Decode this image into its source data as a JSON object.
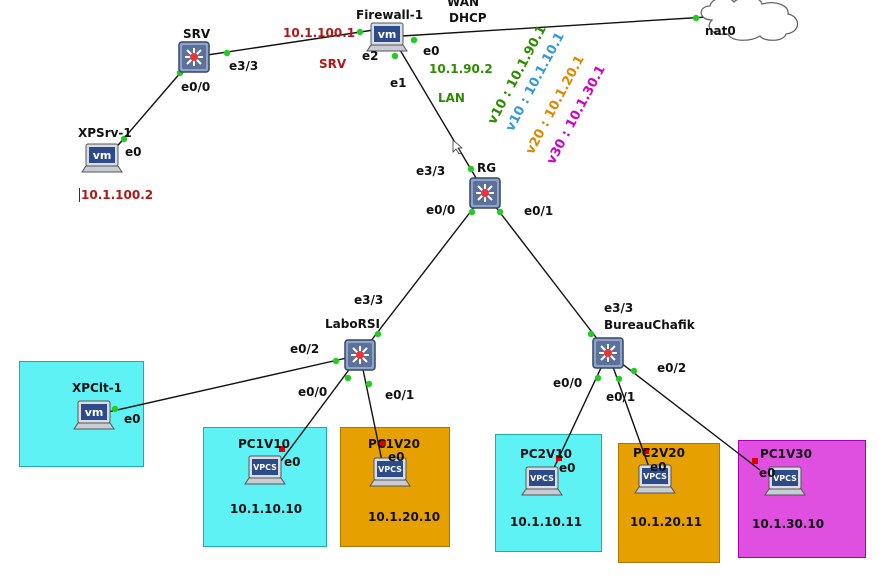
{
  "devices": {
    "srv": "SRV",
    "firewall": "Firewall-1",
    "wan": "WAN",
    "dhcp": "DHCP",
    "nat": "nat0",
    "xpsrv": "XPSrv-1",
    "rg": "RG",
    "labo": "LaboRSI",
    "bureau": "BureauChafik",
    "xpclt": "XPClt-1",
    "pc1v10": "PC1V10",
    "pc1v20": "PC1V20",
    "pc2v10": "PC2V10",
    "pc2v20": "PC2V20",
    "pc1v30": "PC1V30"
  },
  "icon_text": {
    "vm": "vm",
    "vpcs": "VPCS"
  },
  "ports": {
    "srv_e33": "e3/3",
    "srv_e00": "e0/0",
    "fw_e2": "e2",
    "fw_e0": "e0",
    "fw_e1": "e1",
    "xpsrv_e0": "e0",
    "rg_e33": "e3/3",
    "rg_e00": "e0/0",
    "rg_e01": "e0/1",
    "labo_e33": "e3/3",
    "labo_e02": "e0/2",
    "labo_e00": "e0/0",
    "labo_e01": "e0/1",
    "bur_e33": "e3/3",
    "bur_e00": "e0/0",
    "bur_e01": "e0/1",
    "bur_e02": "e0/2",
    "xpclt_e0": "e0",
    "pc1v10_e0": "e0",
    "pc1v20_e0": "e0",
    "pc2v10_e0": "e0",
    "pc2v20_e0": "e0",
    "pc1v30_e0": "e0"
  },
  "links": {
    "srv_ip": "10.1.100.1",
    "srv_net": "SRV",
    "lan_ip": "10.1.90.2",
    "lan_net": "LAN"
  },
  "vlans": {
    "v10": "v10 : 10.1.90.1",
    "v10b": "v10 : 10.1.10.1",
    "v20": "v20 : 10.1.20.1",
    "v30": "v30 : 10.1.30.1"
  },
  "ips": {
    "xpsrv": "10.1.100.2",
    "pc1v10": "10.1.10.10",
    "pc1v20": "10.1.20.10",
    "pc2v10": "10.1.10.11",
    "pc2v20": "10.1.20.11",
    "pc1v30": "10.1.30.10"
  },
  "colors": {
    "cyan": "#5ef2f5",
    "orange": "#e6a000",
    "magenta": "#e050e0",
    "red_text": "#b01818",
    "green_text": "#2e8b00",
    "blue_text": "#3399dd",
    "orange_text": "#dd8800",
    "magenta_text": "#cc00cc",
    "link_dot": "#22cc22",
    "port_dot_red": "#dd0000"
  }
}
